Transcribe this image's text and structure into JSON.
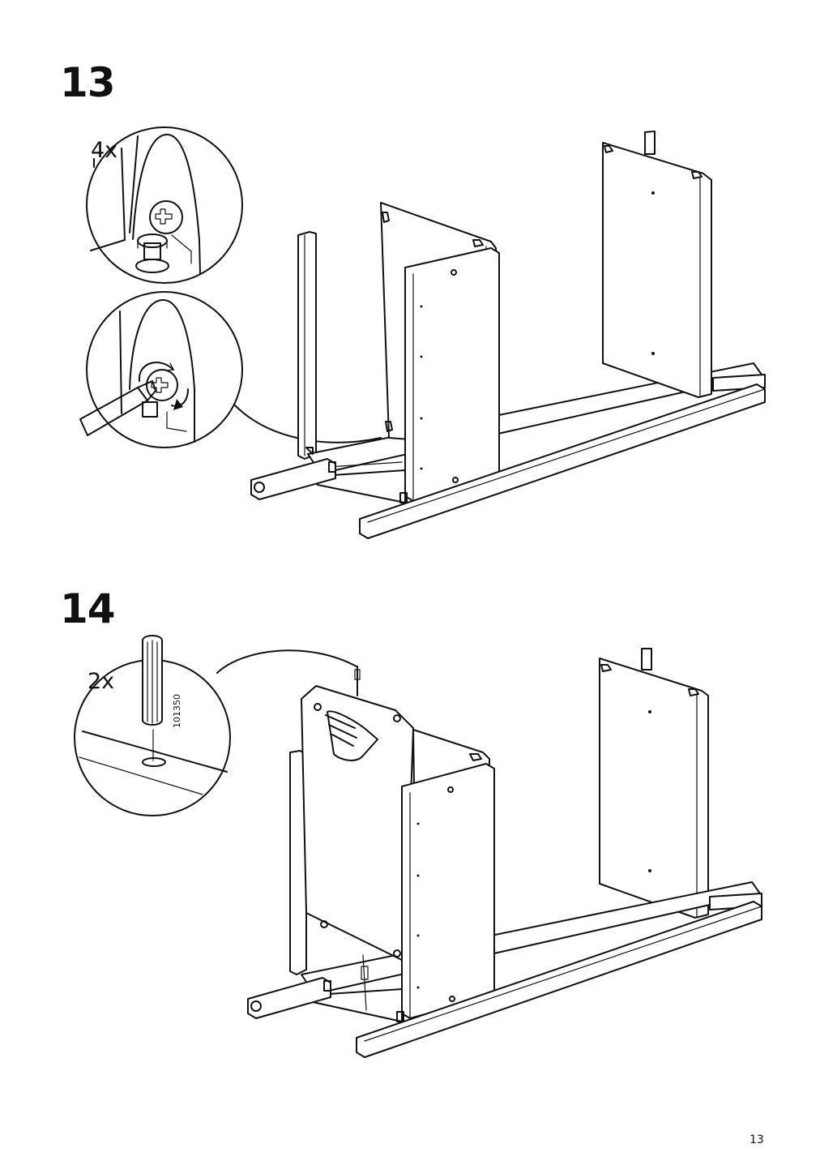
{
  "steps": [
    {
      "number": "13",
      "quantity": "4x"
    },
    {
      "number": "14",
      "quantity": "2x",
      "part_number": "101350"
    }
  ],
  "page_number": "13",
  "icons": [
    "cam-lock-detail",
    "screwdriver-icon",
    "wooden-dowel-icon",
    "hand-push-icon"
  ]
}
